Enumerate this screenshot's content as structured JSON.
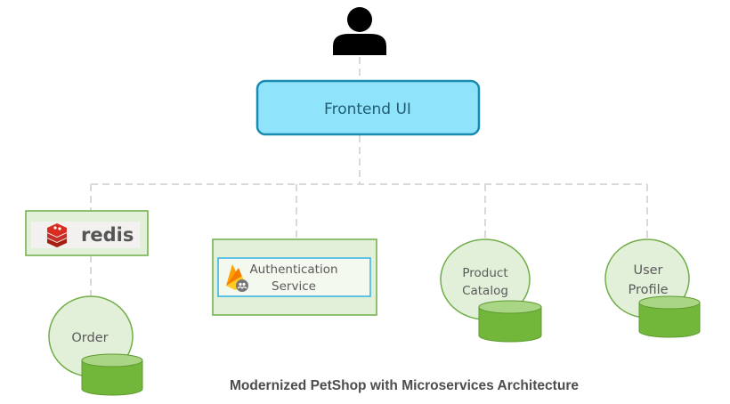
{
  "diagram": {
    "title": "Modernized PetShop with Microservices Architecture",
    "user": {
      "icon": "person-icon"
    },
    "frontend": {
      "label": "Frontend UI",
      "fill": "#8fe3fb",
      "stroke": "#1a8ab0"
    },
    "services": [
      {
        "id": "redis",
        "label": "redis",
        "icon": "redis-logo-icon"
      },
      {
        "id": "auth",
        "label_line1": "Authentication",
        "label_line2": "Service",
        "icon": "firebase-auth-icon"
      },
      {
        "id": "product",
        "label_line1": "Product",
        "label_line2": "Catalog",
        "has_database": true
      },
      {
        "id": "user",
        "label_line1": "User",
        "label_line2": "Profile",
        "has_database": true
      }
    ],
    "order": {
      "label": "Order",
      "has_database": true,
      "connected_to": "redis"
    },
    "colors": {
      "service_fill": "#e2f0d9",
      "service_stroke": "#70ad47",
      "db_fill": "#72b73a",
      "db_top": "#a9d685",
      "connector": "#d9d9d9",
      "redis_red": "#d82c20",
      "auth_border": "#31b2e6"
    }
  }
}
